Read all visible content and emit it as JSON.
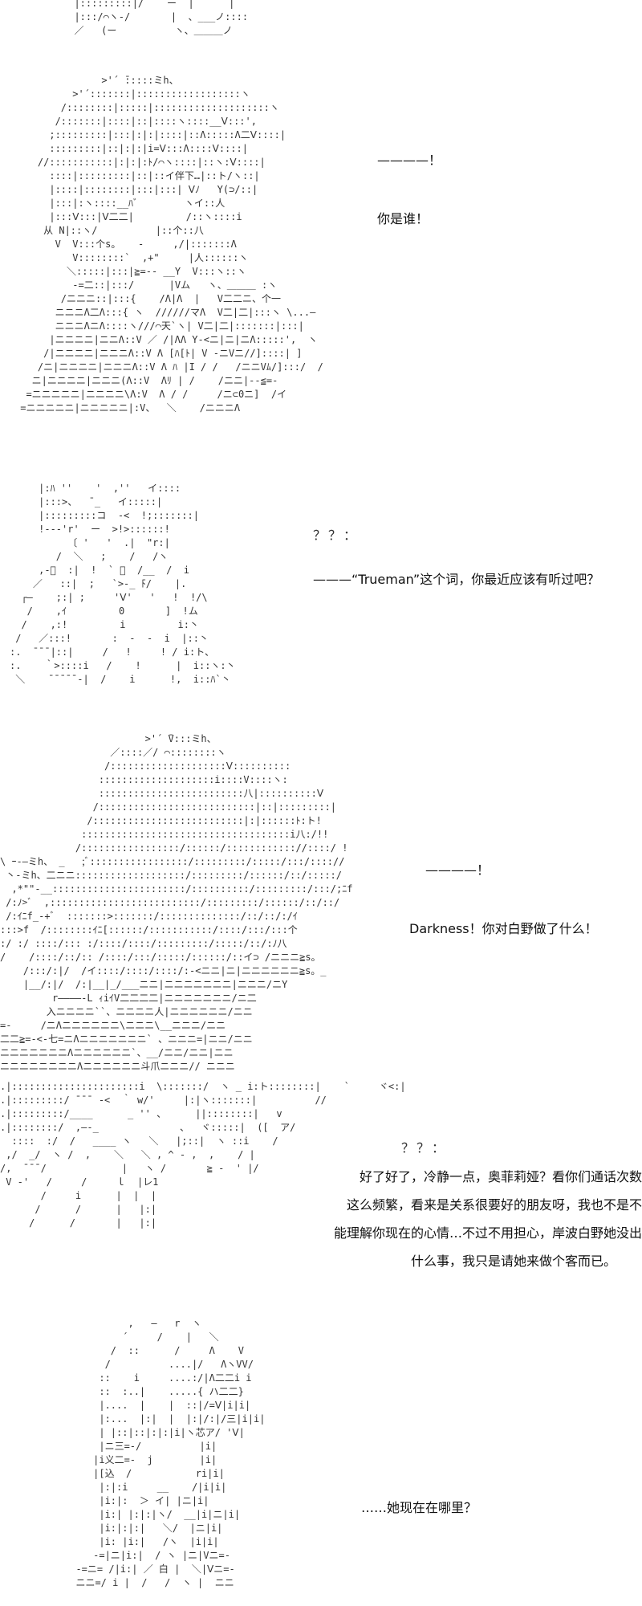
{
  "panels": [
    {
      "art": "  |:::::::::|/    ー  |  ̄ ̄ ̄ ̄ ̄|\n  |:::/⌒ヽ-/       |  、___ノ::::\n  ／   (ー          ヽ、＿＿＿ノ",
      "lines": []
    },
    {
      "art": "               >'´ ̄:::::ミh、\n          >'´:::::::|::::::::::::::::::ヽ\n        /::::::::|:::::|::::::::::::::::::::ヽ\n       /:::::::|::::|::|::::ヽ::::__Ⅴ:::',\n      ;:::::::::|:::|:|:|::::|::Λ:::::Λ二Ⅴ::::|\n      :::::::::|::|:|:|i=Ⅴ:::Λ::::Ⅴ::::|\n    //:::::::::::|:|:|:ﾄ/⌒ヽ::::|::ヽ:Ⅴ::::|\n      ::::|:::::::::|::|::イ伴下…|::ト/ヽ::|\n      |::::|::::::::|:::|:::| Ⅴﾉ   Y(⊃/::|\n      |:::|:ヽ::::__ﾊﾞ        ヽイ::人\n      |:::Ⅴ:::|Ⅴ二二|         /::ヽ::::i\n     从 N|::ヽ/          |::个::八\n       V  V:::个s。   -     ,/|:::::::Λ\n          V::::::::`  ,+\"     |人::::::ヽ\n         ＼:::::|:::|≧=-- __Y  V:::ヽ::ヽ\n          -=二::|:::/      |Vム   ヽ、＿＿＿ :ヽ\n        /ニニニ::|:::{    /Λ|Λ  |   V二二ニ、个一\n       ニニニΛ二Λ:::{ ヽ  //////マΛ  V二|二|:::ヽ \\...—\n       ニニニΛニΛ::::ヽ///⌒天`ヽ| V二|二|:::::::|:::|\n      |ニニニニ|ニニΛ::V ／ /|ΛΛ Y-<ニ|ニ|ニΛ:::::',  ヽ\n     /|ニニニニ|ニニニΛ::V Λ [ﾊ[ﾄ| V -ニVニ//]::::| ]\n    /ニ|ニニニニ|ニニニΛ::V Λ ﾊ |I / /   /ニニVﾑ/]:::/  /\n   ニ|ニニニニ|ニニニ(Λ::V  Λﾘ | /    /ニニ|--≦=-\n  =ニニニニニ|ニニニニ\\Λ:V  Λ / /     /ニ⊂0ニ]  /イ\n =ニニニニニ|ニニニニニ|:V、  ＼    /ニニニΛ",
      "lines": [
        "————！",
        "你是谁！"
      ]
    },
    {
      "art": "     |:ﾊ ''    '  ,''   イ::::\n     |:::>、  ¯_   イ:::::|\n     |:::::::::コ  -<  !;:::::::|\n     !---'r'  ー  >!>::::::!\n          〔 '   '  .|  \"r:|\n        /  ＼   ;    /   /ヽ\n     ,-ﾞ  :|  !  ` ＿  /__  /  i\n    ／   ::|  ;   `>-_ ̄ﾄ/    |.\n  ┌—    ;:| ;     'Ⅴ'   '   !  !/\\\n   /    ,ｲ         0       ]  !ム\n  /    ,:!         i         i:丶\n /   ／:::!       :  ‐  ‐  i  |::丶\n:.  ¯¯¯|::|     /   !     ! / i:ト、\n:.    ｀>::::i   /    !      |  i::ヽ:丶\n ＼    ¯¯¯¯¯‐|  /    i      !,  i::ﾊ`丶",
      "lines": [
        "？？：",
        "———“Trueman”这个词，你最近应该有听过吧？"
      ]
    },
    {
      "art": "                         >'´ ̄V:::ミh、\n                   ／::::／/ ⌒::::::::ヽ\n                  /::::::::::::::::::::Ⅴ::::::::::\n                 ::::::::::::::::::::i::::V::::ヽ:\n                 :::::::::::::::::::::::::八|::::::::::Ⅴ\n                /:::::::::::::::::::::::::::|::|:::::::::|\n               /::::::::::::::::::::::::::|:|::::::ﾄ:ト!\n              ::::::::::::::::::::::::::::::::::::i八:/!!\n             /:::::::::::::::::/::::::/:::::::::::://::::/ !\n\\ ｰ-―ミh、 _   ;ﾞ:::::::::::::::::/:::::::::/:::::/:::/:::://\n 丶-ミh、二ニニ:::::::::::::::::::/:::::::::/::::::/::/:::::/\n  ,*\"\"-__:::::::::::::::::::::::/::::::::::/:::::::::/:::/;ﾆf\n /:ﾉ>ﾞ  ,::::::::::::::::::::::::::/:::::::::/::::::/::/::/\n /:ｲﾆf_-+ﾞ  :::::::>:::::::/::::::::::::::/::/::/:/ｲ\n:::>f  /::::::::ｲﾆ[::::::/:::::::::::/::::/:::/:::个\n:/ :/ ::::/::: :/::::/::::/:::::::::/:::::/::/:ﾉ八\n/    /::::/::/:: /::::/:::/:::::/::::::/::イ⊃ /ニニニ≧s。\n    /:::/:|/  /イ::::/::::/::::/:-<ニニ|ニ|ニニニニニニ≧s。_\n    |__/:|/  /:|__|_/___ニニ|ニニニニニニニ|ニニニ/ニY\n         r――――-L ｨiｲV二二二二|ニニニニニニニ/ニ二\n        入ニニニニ``、ニニニニ人|ニニニニニニ/ニニ\n=-     /ニΛニニニニニニ\\ニニニ\\__ニニニ/ニニ\n二二≧=-<-七=ニΛニニニニニニニ` 、ニニニ=|ニニ/ニニ\nニニニニニニニΛニニニニニニ`、__/ニニ/ニニ|ニニ\nニニニニニニニニΛニニニニニニ斗爪ニニニ// ニニニ",
      "lines": [
        "————！",
        "Darkness！你对白野做了什么！"
      ]
    },
    {
      "art": ".|::::::::::::::::::::::i  \\:::::::/  ヽ _ i:ト::::::::|    `     ヾ<:|\n.|:::::::::/ ̄ ̄ ̄  -<  ｀ w/'     |:|ヽ:::::::|          //\n.|:::::::::/____      _ '' 、     ||::::::::|   v\n.|::::::::/  ,—-_              、  ヾ:::::|  ([  ア/\n  ::::  :/  /   ____ ヽ   ＼   |;::|  ヽ ::i    /\n ,/  _/  ヽ /  ,    ＼   ＼ , ^ - ,  ,    / |\n/,  ¯¯¯/             |   ヽ /       ≧ -  ' |/\n V -'   /     /     ｌ  |レ1\n       /     i      |  |  |\n      /      /      |   |:|\n     /      /       |   |:|",
      "lines": [],
      "speaker": "？？：",
      "dialogue": [
        "好了好了，冷静一点，奥菲莉娅？看你们通话次数",
        "这么频繁，看来是关系很要好的朋友呀，我也不是不",
        "能理解你现在的心情…不过不用担心，岸波白野她没出",
        "什么事，我只是请她来做个客而已。"
      ]
    },
    {
      "art": "           ,   ―   r  ヽ\n          ´     /    |   ＼\n        /  ::      /     Λ    V\n       /          ....|/   ΛヽVV/\n      ::    i     ....:/|Λ二二i i\n      ::  :..|    .....{ ハ二二}\n      |....  |    |  ::|/=Ⅴ|i|i|\n      |:...  |:|  |  |:|/:|/三|i|i|\n      | |::|::|:|:|i|ヽ芯ア/ 'Ⅴ|\n      |ニ三=-/          |i|\n     |i义二=-  j        |i|\n     |[込  /           ri|i|\n      |:|:i     __    /|i|i|\n      |i:|:  ＞ イ| |ニ|i|\n      |i:| |:|:|ヽ/  __|i|ニ|i|\n      |i:|:|:|   ＼/  |ニ|i|\n      |i: |i:|   /ヽ  |i|i|\n     -=|ニ|i:|  / ヽ |ニ|Vニ=-\n  -=ニ= /|i:| ／ 白 |  ＼|Ⅴニ=-\n  ニニ=/ i |  /   /  ヽ |  ニニ",
      "lines": [
        "……她现在在哪里？"
      ]
    }
  ]
}
